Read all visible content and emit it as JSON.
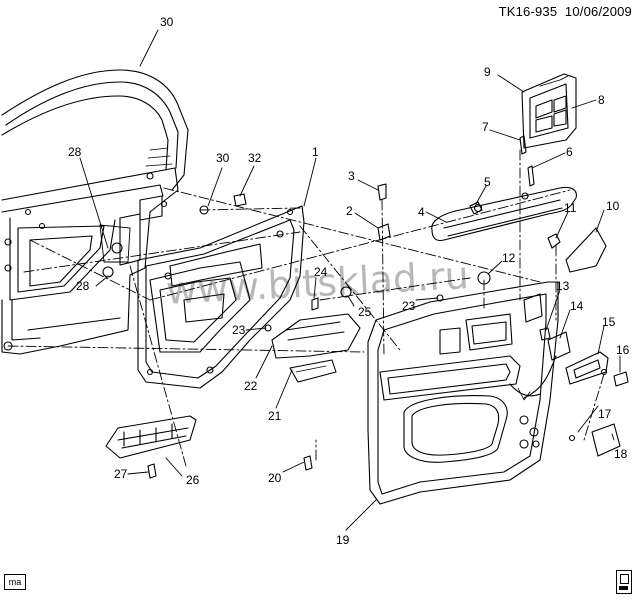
{
  "header": {
    "code": "TK16-935",
    "date": "10/06/2009"
  },
  "watermark": "www.bitsklad.ru",
  "corner_label": "ma",
  "callouts": [
    "1",
    "2",
    "3",
    "4",
    "5",
    "6",
    "7",
    "8",
    "9",
    "10",
    "11",
    "12",
    "13",
    "14",
    "15",
    "16",
    "17",
    "18",
    "19",
    "20",
    "21",
    "22",
    "23",
    "23",
    "24",
    "25",
    "26",
    "27",
    "28",
    "29",
    "30",
    "31",
    "32"
  ],
  "colors": {
    "ink": "#000000",
    "watermark": "#b8b8b8",
    "background": "#ffffff"
  }
}
